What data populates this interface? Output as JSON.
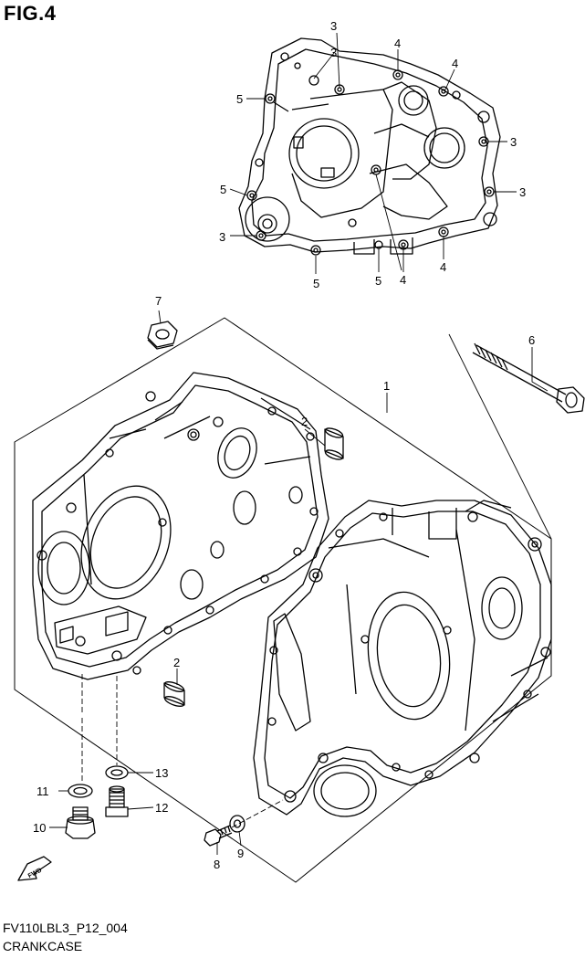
{
  "figure_title": "FIG.4",
  "footer": {
    "code": "FV110LBL3_P12_004",
    "name": "CRANKCASE"
  },
  "fwd_label": "FWD",
  "gasket_callouts": [
    "3",
    "3",
    "3",
    "3",
    "3",
    "4",
    "4",
    "4",
    "4",
    "5",
    "5",
    "5",
    "5"
  ],
  "part_callouts": [
    "1",
    "2",
    "2",
    "6",
    "7",
    "8",
    "9",
    "10",
    "11",
    "12",
    "13"
  ]
}
